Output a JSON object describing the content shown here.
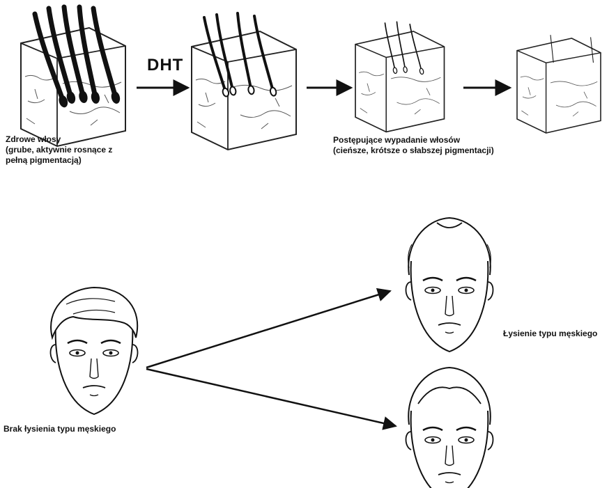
{
  "stage1_label": {
    "title": "Zdrowe włosy",
    "line2": "(grube, aktywnie rosnące z",
    "line3": "pełną pigmentacją)"
  },
  "dht_label": "DHT",
  "progression_label": {
    "title": "Postępujące wypadanie włosów",
    "line2": "(cieńsze, krótsze o słabszej pigmentacji)"
  },
  "no_balding_label": "Brak łysienia typu męskiego",
  "male_balding_label": "Łysienie typu męskiego"
}
